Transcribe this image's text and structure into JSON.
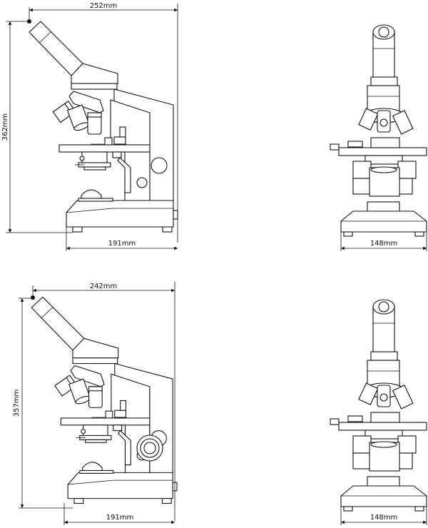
{
  "views": [
    {
      "name": "side-view-model-1",
      "width_label": "252mm",
      "height_label": "362mm",
      "base_label": "191mm"
    },
    {
      "name": "front-view-model-1",
      "base_label": "148mm"
    },
    {
      "name": "side-view-model-2",
      "width_label": "242mm",
      "height_label": "357mm",
      "base_label": "191mm"
    },
    {
      "name": "front-view-model-2",
      "base_label": "148mm"
    }
  ]
}
